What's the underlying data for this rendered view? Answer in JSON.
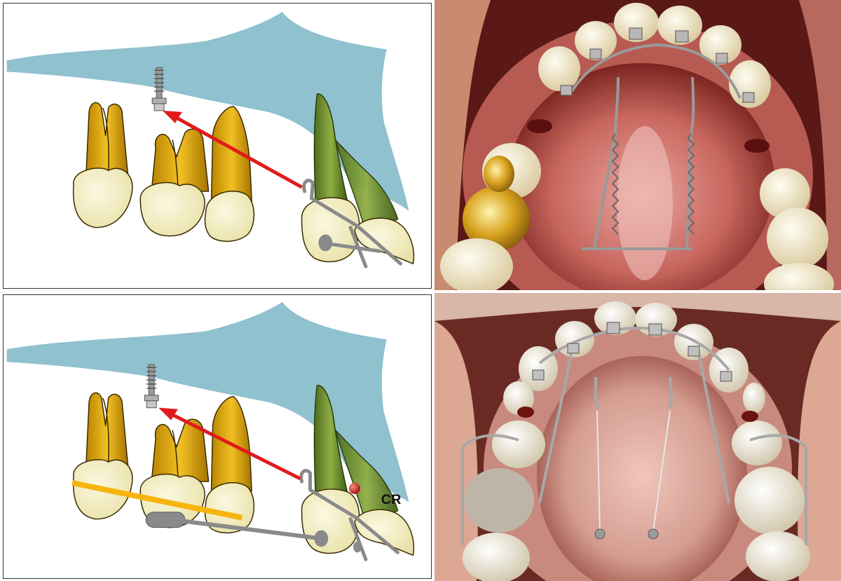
{
  "figure": {
    "panels": [
      {
        "id": "top-left",
        "kind": "diagram"
      },
      {
        "id": "top-right",
        "kind": "photo",
        "description_icon": "maxillary-occlusal-photo-icon"
      },
      {
        "id": "bottom-left",
        "kind": "diagram",
        "label": "CR"
      },
      {
        "id": "bottom-right",
        "kind": "photo",
        "description_icon": "maxillary-occlusal-photo-icon"
      }
    ]
  },
  "colors": {
    "bone": "#8fc1ce",
    "root": "#e7b21a",
    "crown": "#f6f2cc",
    "canine_root": "#7a9a3a",
    "wire": "#8a8a8a",
    "force_arrow": "#e11b1b",
    "occlusal_plane": "#f6b50e",
    "center_of_resistance": "#c81818"
  }
}
